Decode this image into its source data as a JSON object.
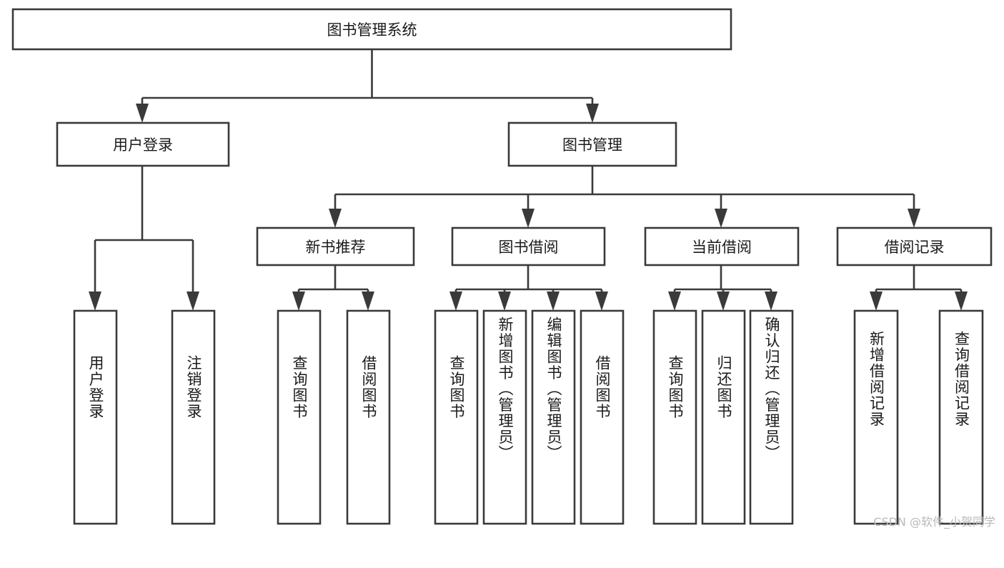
{
  "diagram": {
    "type": "tree-hierarchy",
    "title": "图书管理系统",
    "orientation": "top-down",
    "colors": {
      "box_fill": "#ffffff",
      "box_stroke": "#3a3a3a",
      "text": "#1a1a1a",
      "background": "#ffffff",
      "watermark": "#b9b9b9"
    },
    "root": {
      "label": "图书管理系统"
    },
    "level2": [
      {
        "label": "用户登录"
      },
      {
        "label": "图书管理"
      }
    ],
    "level3": [
      {
        "label": "新书推荐"
      },
      {
        "label": "图书借阅"
      },
      {
        "label": "当前借阅"
      },
      {
        "label": "借阅记录"
      }
    ],
    "leaves": {
      "user_login": [
        {
          "label": "用户登录"
        },
        {
          "label": "注销登录"
        }
      ],
      "new_book_rec": [
        {
          "label": "查询图书"
        },
        {
          "label": "借阅图书"
        }
      ],
      "book_borrow": [
        {
          "label": "查询图书"
        },
        {
          "label": "新增图书（管理员）"
        },
        {
          "label": "编辑图书（管理员）"
        },
        {
          "label": "借阅图书"
        }
      ],
      "current_borrow": [
        {
          "label": "查询图书"
        },
        {
          "label": "归还图书"
        },
        {
          "label": "确认归还（管理员）"
        }
      ],
      "borrow_record": [
        {
          "label": "新增借阅记录"
        },
        {
          "label": "查询借阅记录"
        }
      ]
    }
  },
  "watermark": {
    "text": "CSDN @软件_小贺同学"
  }
}
